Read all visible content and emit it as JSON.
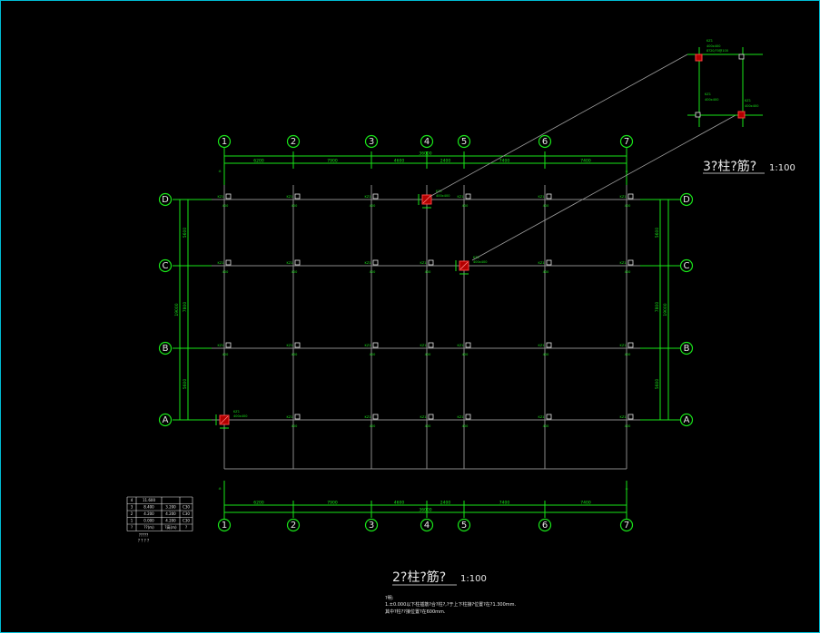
{
  "drawing": {
    "grid_x_labels": [
      "1",
      "2",
      "3",
      "4",
      "5",
      "6",
      "7"
    ],
    "grid_y_labels": [
      "D",
      "C",
      "B",
      "A"
    ],
    "top_dims": [
      "6200",
      "7900",
      "4600",
      "2400",
      "7400",
      "7400"
    ],
    "top_total": "36000",
    "bottom_dims": [
      "6200",
      "7900",
      "4600",
      "2400",
      "7400",
      "7400"
    ],
    "bottom_total": "36000",
    "left_dims": [
      "5600",
      "7800",
      "5600"
    ],
    "left_total": "19000",
    "right_dims": [
      "5600",
      "7800",
      "5600"
    ],
    "right_total": "19000",
    "column_label": "KZ1",
    "main_title": "2?柱?筋?",
    "main_scale": "1:100",
    "detail_title": "3?柱?筋?",
    "detail_scale": "1:100",
    "notes_heading": "?明:",
    "note_1": "1.±0.000以下柱插筋?合?柱?,?于上下柱接?位置?在?1.300mm.",
    "note_2": "  其中?柱??接位置?在600mm.",
    "floor_table": {
      "rows": [
        [
          "4",
          "11.600",
          "",
          ""
        ],
        [
          "3",
          "8.400",
          "3.200",
          "C30"
        ],
        [
          "2",
          "4.200",
          "4.200",
          "C30"
        ],
        [
          "1",
          "0.000",
          "4.200",
          "C30"
        ],
        [
          "?",
          "??(m)",
          "?高(m)",
          "?"
        ]
      ],
      "caption_1": "?????",
      "caption_2": "? ? ? ?"
    },
    "colors": {
      "grid": "#8a8a8a",
      "annotation": "#19e619",
      "highlight": "#b30000",
      "frame": "#00bcd4"
    }
  }
}
